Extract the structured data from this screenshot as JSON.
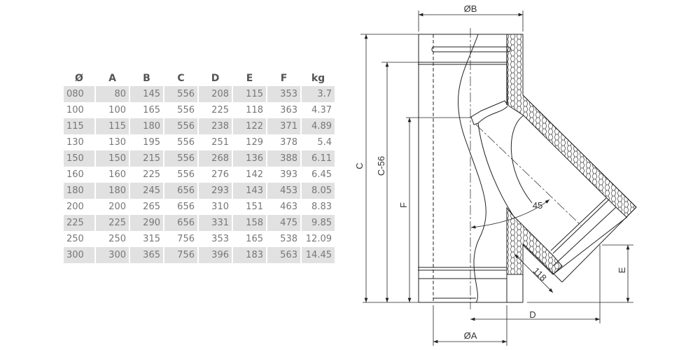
{
  "table": {
    "headers": [
      "Ø",
      "A",
      "B",
      "C",
      "D",
      "E",
      "F",
      "kg"
    ],
    "rows": [
      [
        "080",
        "80",
        "145",
        "556",
        "208",
        "115",
        "353",
        "3.7"
      ],
      [
        "100",
        "100",
        "165",
        "556",
        "225",
        "118",
        "363",
        "4.37"
      ],
      [
        "115",
        "115",
        "180",
        "556",
        "238",
        "122",
        "371",
        "4.89"
      ],
      [
        "130",
        "130",
        "195",
        "556",
        "251",
        "129",
        "378",
        "5.4"
      ],
      [
        "150",
        "150",
        "215",
        "556",
        "268",
        "136",
        "388",
        "6.11"
      ],
      [
        "160",
        "160",
        "225",
        "556",
        "276",
        "142",
        "393",
        "6.45"
      ],
      [
        "180",
        "180",
        "245",
        "656",
        "293",
        "143",
        "453",
        "8.05"
      ],
      [
        "200",
        "200",
        "265",
        "656",
        "310",
        "151",
        "463",
        "8.83"
      ],
      [
        "225",
        "225",
        "290",
        "656",
        "331",
        "158",
        "475",
        "9.85"
      ],
      [
        "250",
        "250",
        "315",
        "756",
        "353",
        "165",
        "538",
        "12.09"
      ],
      [
        "300",
        "300",
        "365",
        "756",
        "396",
        "183",
        "563",
        "14.45"
      ]
    ]
  },
  "diagram": {
    "dia_b": "ØB",
    "dia_a": "ØA",
    "c": "C",
    "c56": "C-56",
    "f": "F",
    "d": "D",
    "e": "E",
    "angle": "45",
    "branch_len": "118"
  }
}
